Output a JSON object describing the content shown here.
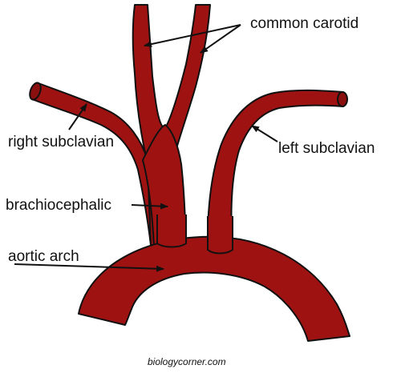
{
  "labels": {
    "common_carotid": "common carotid",
    "right_subclavian": "right subclavian",
    "left_subclavian": "left subclavian",
    "brachiocephalic": "brachiocephalic",
    "aortic_arch": "aortic arch"
  },
  "credit": "biologycorner.com",
  "colors": {
    "vessel": "#9e1212",
    "outline": "#111111",
    "background": "#ffffff"
  }
}
